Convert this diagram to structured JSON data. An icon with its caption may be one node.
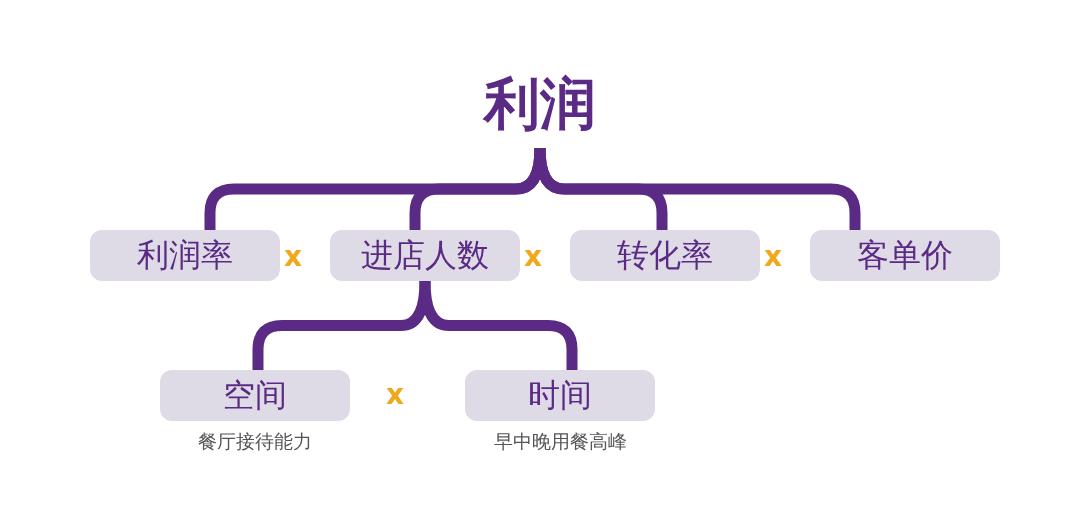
{
  "diagram": {
    "nodes": [
      {
        "text": [
          "利润"
        ]
      },
      {
        "text": [
          "利润率"
        ]
      },
      {
        "text": [
          "进店人数"
        ]
      },
      {
        "text": [
          "转化率"
        ]
      },
      {
        "text": [
          "客单价"
        ]
      },
      {
        "text": [
          "空间"
        ],
        "beside": [
          "餐厅接待能力"
        ]
      },
      {
        "text": [
          "时间"
        ],
        "beside": [
          "早中晚用餐高峰"
        ]
      }
    ],
    "edges": [
      {
        "from": 0,
        "to": 1,
        "arrow": "none"
      },
      {
        "from": 0,
        "to": 2,
        "arrow": "none"
      },
      {
        "from": 0,
        "to": 3,
        "arrow": "none"
      },
      {
        "from": 0,
        "to": 4,
        "arrow": "none"
      },
      {
        "from": 2,
        "to": 5,
        "arrow": "none"
      },
      {
        "from": 2,
        "to": 6,
        "arrow": "none"
      }
    ],
    "labels": [
      "x",
      "x",
      "x",
      "x"
    ]
  }
}
